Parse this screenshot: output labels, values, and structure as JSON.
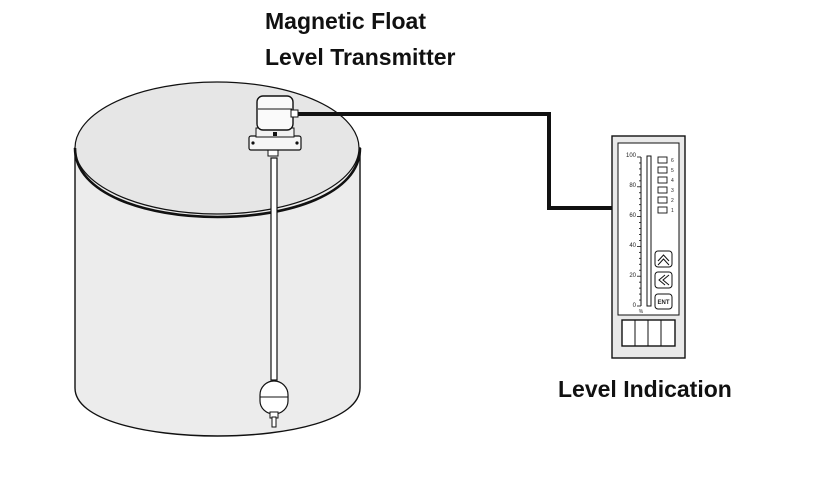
{
  "labels": {
    "transmitter_line1": "Magnetic Float",
    "transmitter_line2": "Level Transmitter",
    "indication": "Level Indication"
  },
  "indicator": {
    "scale_ticks": [
      "100",
      "80",
      "60",
      "40",
      "20",
      "0"
    ],
    "unit": "%",
    "led_numbers": [
      "6",
      "5",
      "4",
      "3",
      "2",
      "1"
    ],
    "button_up_icon": "double-chevron-up-icon",
    "button_left_icon": "double-chevron-left-icon",
    "button_enter": "ENT"
  },
  "colors": {
    "tank_fill": "#ececec",
    "stroke": "#111111",
    "cable": "#111111"
  }
}
